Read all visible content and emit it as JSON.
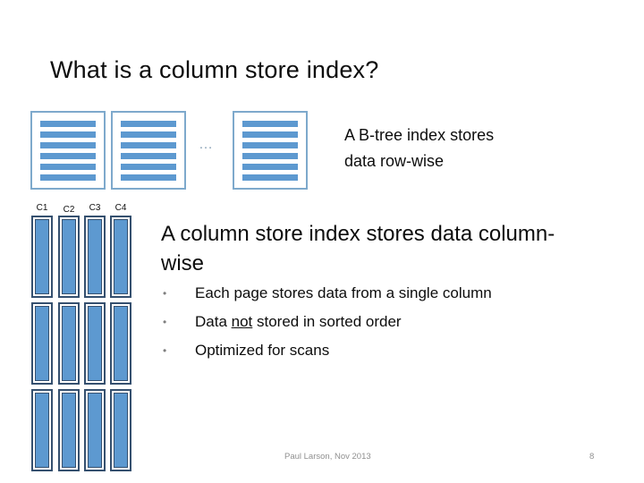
{
  "slide": {
    "title": "What is a column store index?",
    "row_store": {
      "ellipsis": "…",
      "caption": {
        "line1": "A B-tree index stores",
        "line2": "data row-wise"
      }
    },
    "column_store": {
      "labels": [
        "C1",
        "C2",
        "C3",
        "C4"
      ],
      "heading": {
        "line1": "A column store index stores data column-",
        "line2": "wise"
      },
      "bullets": [
        {
          "pre": "Each page stores data from a single column",
          "u": "",
          "post": ""
        },
        {
          "pre": "Data ",
          "u": "not",
          "post": " stored in sorted order"
        },
        {
          "pre": "Optimized for scans",
          "u": "",
          "post": ""
        }
      ]
    },
    "footer": {
      "credit": "Paul Larson, Nov 2013",
      "page_number": "8"
    },
    "colors": {
      "stripe_blue": "#5d99d0",
      "page_border_blue": "#7ea9cc",
      "segment_border_navy": "#35506f",
      "ellipsis_gray_blue": "#89a2b6",
      "footer_gray": "#909090"
    }
  }
}
